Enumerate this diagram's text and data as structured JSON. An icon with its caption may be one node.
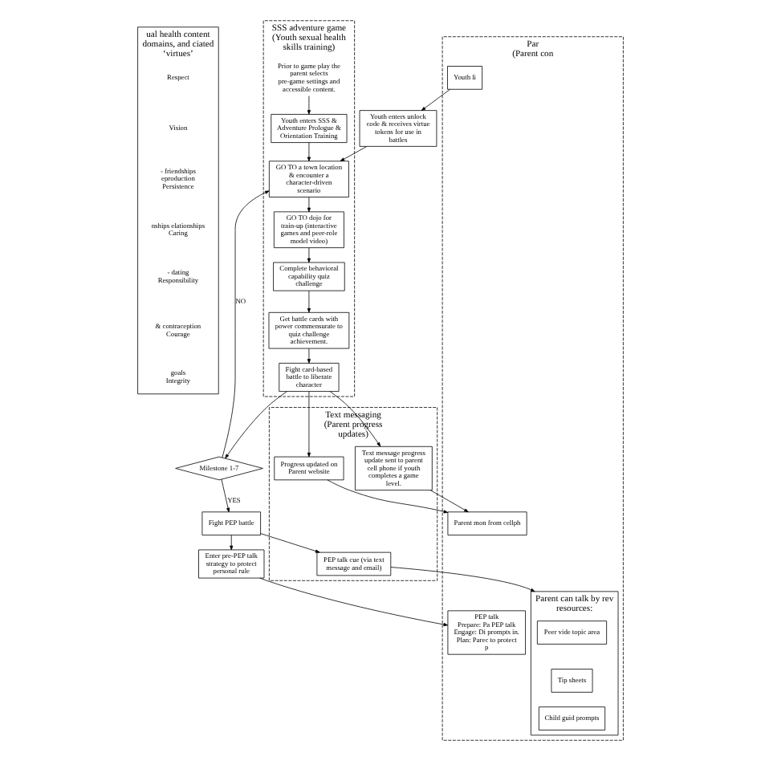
{
  "diagram": {
    "nodes": [
      {
        "text": [
          "ual health content domains, and ciated ‘virtues’"
        ]
      },
      {
        "text": [
          "Respect"
        ],
        "in": 0
      },
      {
        "text": [
          "Vision"
        ],
        "in": 0
      },
      {
        "text": [
          "- friendships eproduction",
          "Persistence"
        ],
        "in": 0
      },
      {
        "text": [
          "nships elationships",
          "Caring"
        ],
        "in": 0
      },
      {
        "text": [
          "- dating",
          "Responsibility"
        ],
        "in": 0
      },
      {
        "text": [
          "& contraception",
          "Courage"
        ],
        "in": 0
      },
      {
        "text": [
          "goals",
          "Integrity"
        ],
        "in": 0
      },
      {
        "text": [
          "SSS adventure game",
          "(Youth sexual health skills training)"
        ]
      },
      {
        "text": [
          "Prior to game play the parent selects pre-game settings and accessible content."
        ],
        "in": 8
      },
      {
        "text": [
          "Youth enters SSS & Adventure Prologue & Orientation Training"
        ],
        "in": 8
      },
      {
        "text": [
          "GO TO a town location & encounter a character-driven scenario"
        ],
        "in": 8
      },
      {
        "text": [
          "GO TO dojo for train-up (interactive games and peer-role model video)"
        ],
        "in": 8
      },
      {
        "text": [
          "Complete behavioral capability quiz challenge"
        ],
        "in": 8
      },
      {
        "text": [
          "Get battle cards with power commensurate to quiz challenge achievement."
        ],
        "in": 8
      },
      {
        "text": [
          "Fight card-based battle to liberate character"
        ],
        "in": 8
      },
      {
        "text": [
          "Milestone 1-7"
        ]
      },
      {
        "text": [
          "Fight PEP battle"
        ]
      },
      {
        "text": [
          "Enter pre-PEP talk strategy to protect personal rule"
        ]
      },
      {
        "text": [
          "Youth enters unlock code & receives virtue tokens for use in battles"
        ]
      },
      {
        "text": [
          "Text messaging",
          "(Parent progress updates)"
        ]
      },
      {
        "text": [
          "Text message progress update sent to parent cell phone if youth completes a game level."
        ],
        "in": 20
      },
      {
        "text": [
          "Progress updated on Parent website"
        ],
        "in": 20
      },
      {
        "text": [
          "PEP talk cue (via text message and email)"
        ],
        "in": 20
      },
      {
        "text": [
          "Par",
          "(Parent con"
        ]
      },
      {
        "text": [
          "Parent mon from cellph"
        ],
        "in": 24
      },
      {
        "text": [
          "Parent can talk by rev resources:"
        ],
        "in": 24
      },
      {
        "text": [
          "Peer vide topic area"
        ],
        "in": 26
      },
      {
        "text": [
          "Tip sheets"
        ],
        "in": 26
      },
      {
        "text": [
          "Child guid prompts"
        ],
        "in": 26
      },
      {
        "text": [
          "PEP talk",
          "Prepare: Pa PEP talk",
          "Engage: Di prompts in.",
          "Plan: Parec to protect p"
        ],
        "in": 24
      },
      {
        "text": [
          "Youth li"
        ],
        "in": 24
      }
    ],
    "edges": [
      {
        "from": 9,
        "to": 10,
        "arrow": "to"
      },
      {
        "from": 10,
        "to": 11,
        "arrow": "to"
      },
      {
        "from": 11,
        "to": 12,
        "arrow": "to"
      },
      {
        "from": 12,
        "to": 13,
        "arrow": "to"
      },
      {
        "from": 13,
        "to": 14,
        "arrow": "to"
      },
      {
        "from": 14,
        "to": 15,
        "arrow": "to"
      },
      {
        "from": 15,
        "to": 16,
        "arrow": "to"
      },
      {
        "from": 16,
        "to": 11,
        "arrow": "to",
        "label": "NO"
      },
      {
        "from": 16,
        "to": 17,
        "arrow": "to",
        "label": "YES"
      },
      {
        "from": 17,
        "to": 23,
        "arrow": "to"
      },
      {
        "from": 17,
        "to": 18,
        "arrow": "to"
      },
      {
        "from": 15,
        "to": 21,
        "arrow": "to"
      },
      {
        "from": 15,
        "to": 22,
        "arrow": "to"
      },
      {
        "from": 21,
        "to": 25,
        "arrow": "to"
      },
      {
        "from": 22,
        "to": 25,
        "arrow": "to"
      },
      {
        "from": 23,
        "to": 26,
        "arrow": "to"
      },
      {
        "from": 18,
        "to": 30,
        "arrow": "to"
      },
      {
        "from": 31,
        "to": 19,
        "arrow": "to"
      },
      {
        "from": 19,
        "to": 11,
        "arrow": "to"
      }
    ]
  }
}
